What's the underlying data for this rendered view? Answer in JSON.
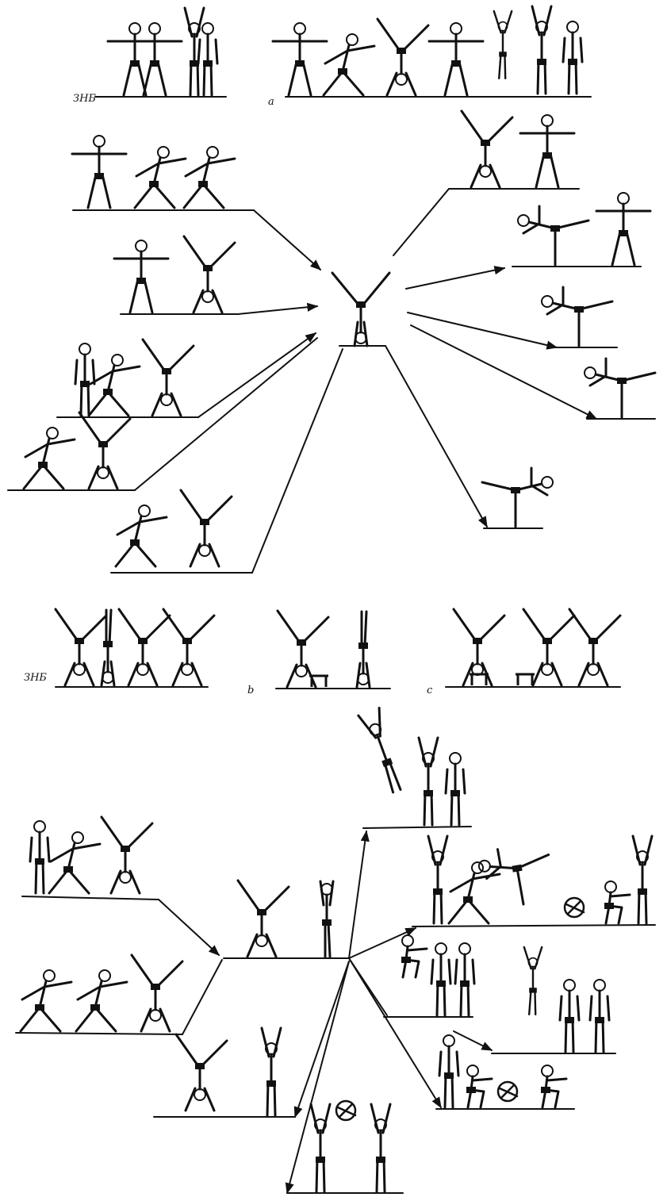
{
  "labels": {
    "panel_a": "a",
    "panel_b": "b",
    "panel_c": "c",
    "signature_1": "ЗНБ",
    "signature_2": "ЗНБ"
  },
  "colors": {
    "ink": "#111111",
    "paper": "#ffffff"
  },
  "figures": {
    "top_strip": [
      {
        "pose": "stand-arms-side"
      },
      {
        "pose": "stand-arms-up"
      },
      {
        "pose": "lunge-reach"
      },
      {
        "pose": "split-handstand"
      },
      {
        "pose": "stand-arms-side"
      },
      {
        "pose": "jump-arms-up"
      },
      {
        "pose": "stand-arms-up"
      },
      {
        "pose": "stand"
      }
    ],
    "star_top_center": {
      "pose": "handstand-split"
    },
    "star_bottom_center": {
      "pose": "handstand"
    }
  },
  "icons": [
    "stick-figure-icon",
    "arrow-icon",
    "stool-icon"
  ]
}
